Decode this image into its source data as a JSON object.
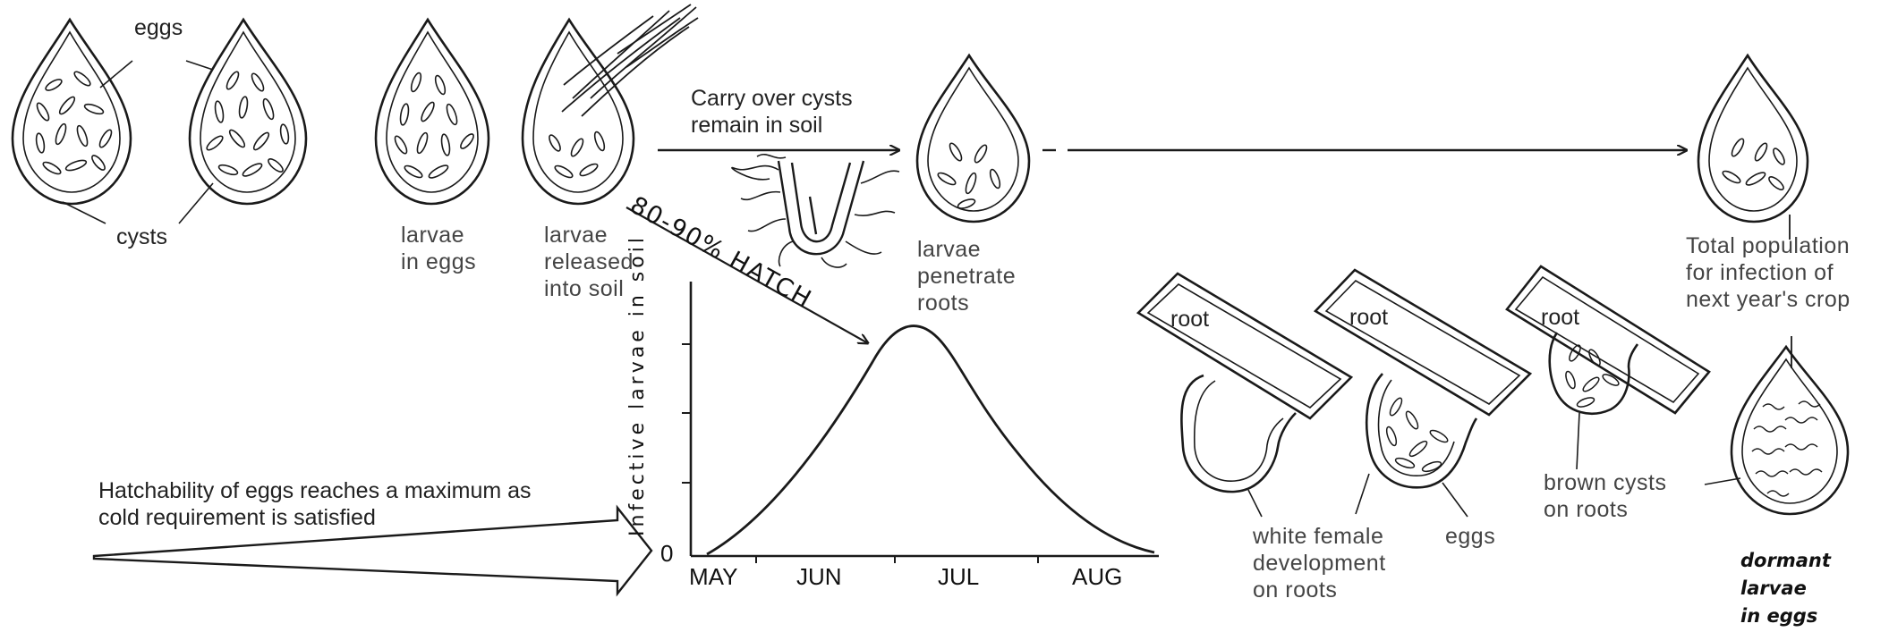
{
  "labels": {
    "eggs": "eggs",
    "cysts": "cysts",
    "larvae_in_eggs": "larvae\nin eggs",
    "larvae_released": "larvae\nreleased\ninto soil",
    "carry_over": "Carry over cysts\nremain in soil",
    "hatch": "80-90% HATCH",
    "larvae_penetrate": "larvae\npenetrate\nroots",
    "total_population": "Total population\nfor infection of\nnext year's crop",
    "root": "root",
    "white_female": "white female\ndevelopment\non roots",
    "eggs2": "eggs",
    "brown_cysts": "brown cysts\non roots",
    "dormant": "dormant\nlarvae\nin eggs",
    "hatchability": "Hatchability of eggs reaches a maximum as\ncold requirement is satisfied"
  },
  "graph": {
    "ylabel": "Infective larvae in soil",
    "zero": "0",
    "months": [
      "MAY",
      "JUN",
      "JUL",
      "AUG"
    ]
  }
}
